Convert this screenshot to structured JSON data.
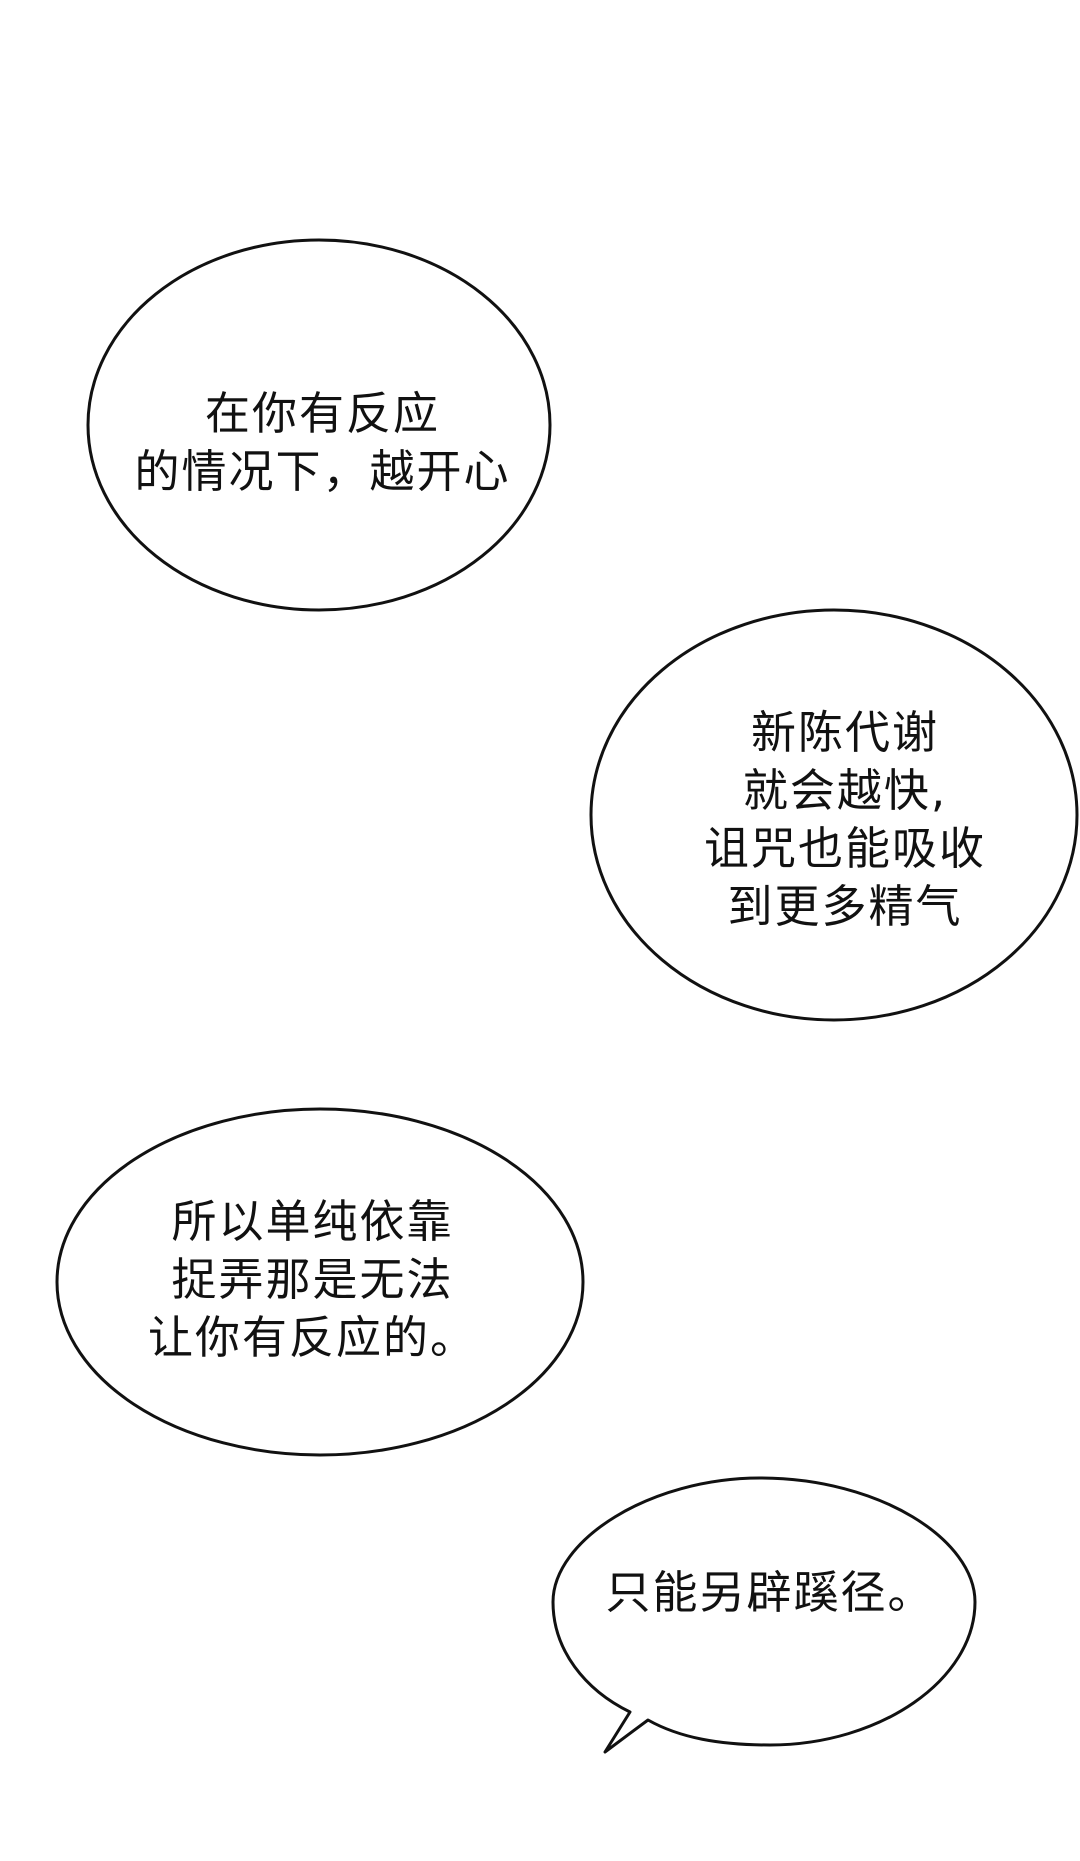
{
  "bubbles": [
    {
      "lines": [
        "在你有反应",
        "的情况下，越开心"
      ]
    },
    {
      "lines": [
        "新陈代谢",
        "就会越快,",
        "诅咒也能吸收",
        "到更多精气"
      ]
    },
    {
      "lines": [
        "所以单纯依靠",
        "捉弄那是无法",
        "让你有反应的。"
      ]
    },
    {
      "lines": [
        "只能另辟蹊径。"
      ]
    }
  ],
  "colors": {
    "background": "#ffffff",
    "outline": "#111111",
    "text": "#111111"
  }
}
